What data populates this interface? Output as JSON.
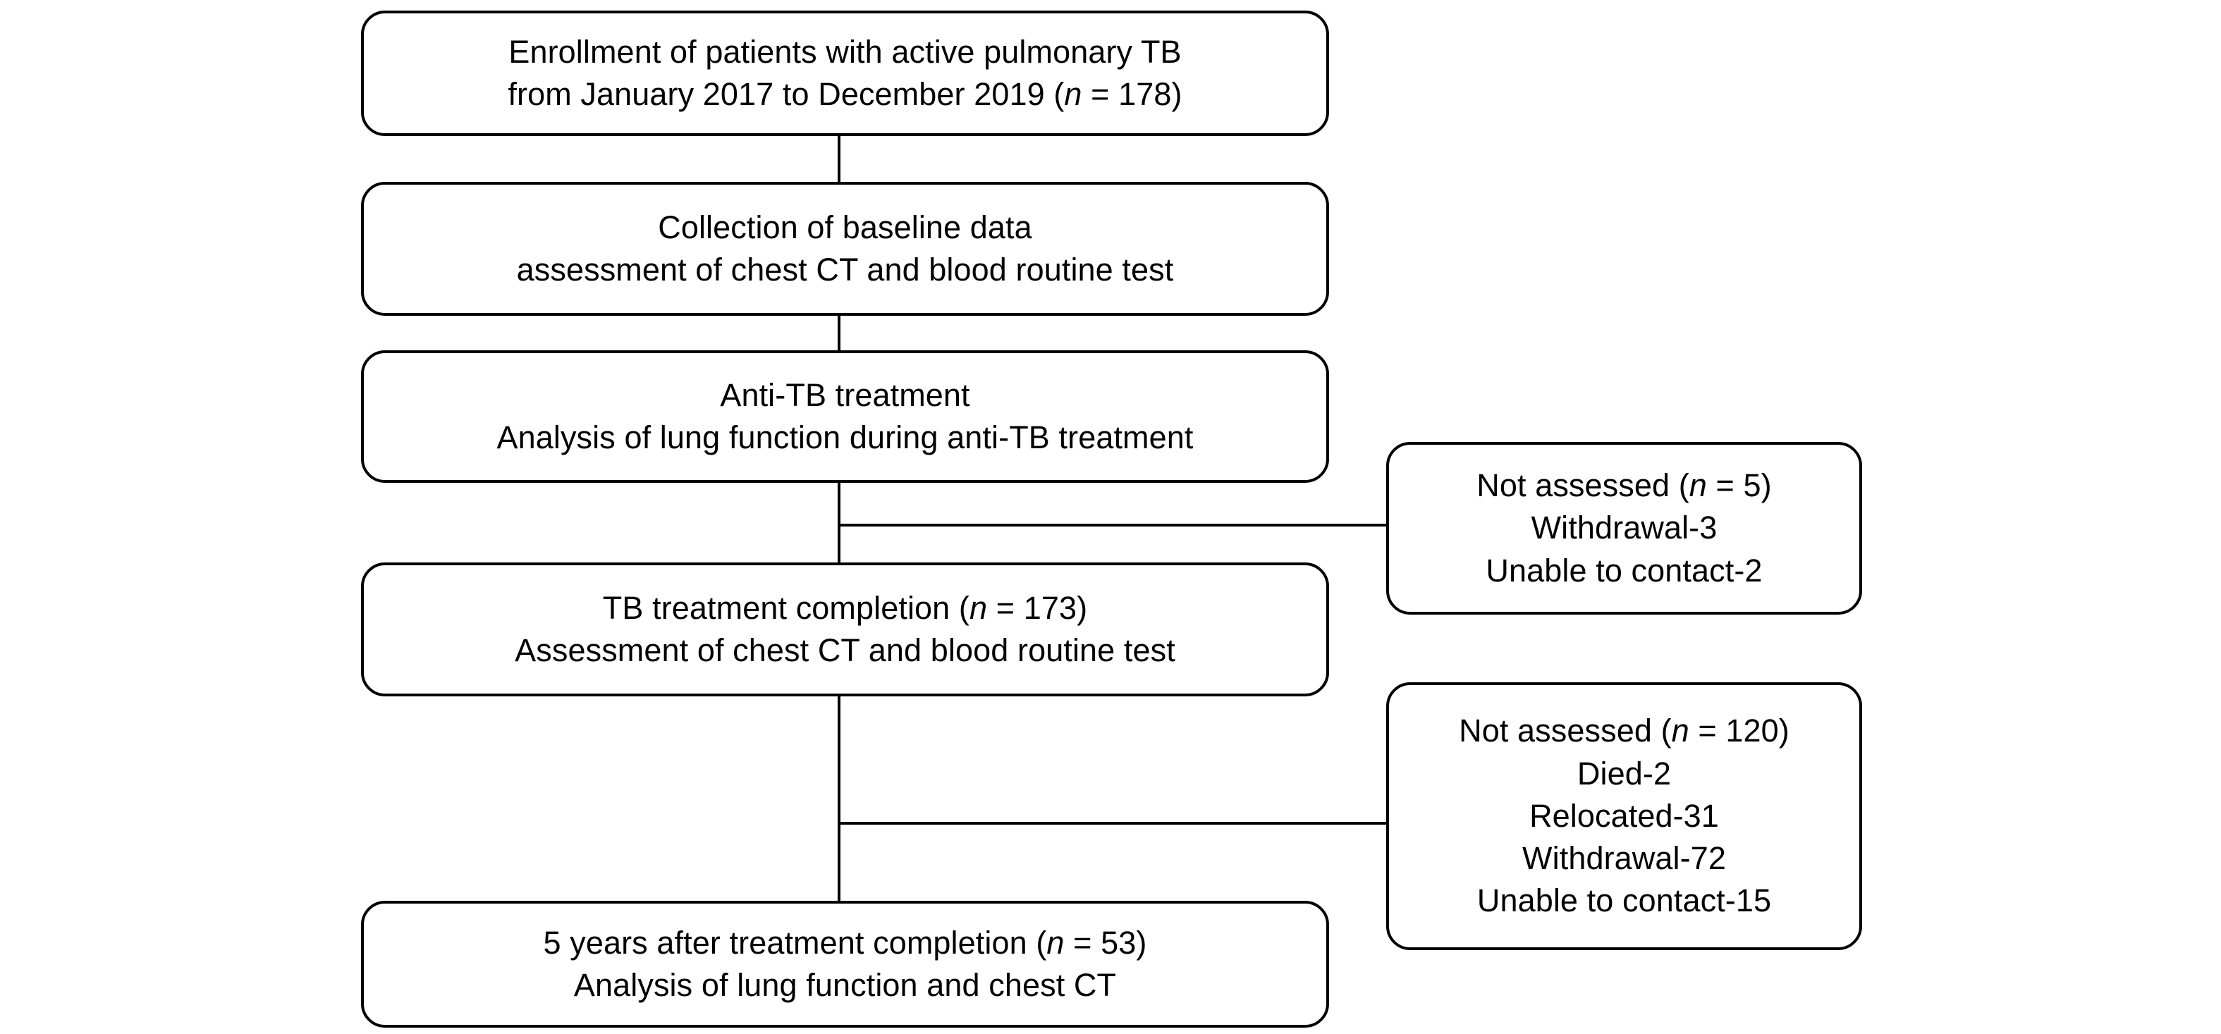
{
  "figure": {
    "type": "flowchart",
    "orientation": "vertical",
    "background_color": "#ffffff",
    "line_color": "#000000",
    "text_color": "#000000"
  },
  "nodes": {
    "enrollment": {
      "id": "enrollment",
      "line1": "Enrollment of patients with active pulmonary TB",
      "line2_pre": "from January 2017 to December 2019 (",
      "line2_italic": "n",
      "line2_post": " = 178)",
      "n": 178
    },
    "baseline": {
      "id": "baseline",
      "line1": "Collection of baseline data",
      "line2": "assessment of chest CT and blood routine test"
    },
    "antitb": {
      "id": "antitb",
      "line1": "Anti-TB treatment",
      "line2": "Analysis of lung function during anti-TB treatment"
    },
    "completion": {
      "id": "completion",
      "line1_pre": "TB treatment completion (",
      "line1_italic": "n",
      "line1_post": " = 173)",
      "n": 173,
      "line2": "Assessment of chest CT and blood routine test"
    },
    "fiveyear": {
      "id": "fiveyear",
      "line1_pre": "5 years after treatment completion (",
      "line1_italic": "n",
      "line1_post": " = 53)",
      "n": 53,
      "line2": "Analysis of lung function and chest CT"
    },
    "excluded_1": {
      "id": "excluded_1",
      "line1_pre": "Not assessed (",
      "line1_italic": "n",
      "line1_post": " = 5)",
      "n": 5,
      "line2": "Withdrawal-3",
      "line3": "Unable to contact-2"
    },
    "excluded_2": {
      "id": "excluded_2",
      "line1_pre": "Not assessed (",
      "line1_italic": "n",
      "line1_post": " = 120)",
      "n": 120,
      "line2": "Died-2",
      "line3": "Relocated-31",
      "line4": "Withdrawal-72",
      "line5": "Unable to contact-15"
    }
  },
  "connectors": [
    {
      "name": "enrollment-to-baseline",
      "from": "enrollment",
      "to": "baseline",
      "kind": "vertical"
    },
    {
      "name": "baseline-to-antitb",
      "from": "baseline",
      "to": "antitb",
      "kind": "vertical"
    },
    {
      "name": "antitb-to-completion",
      "from": "antitb",
      "to": "completion",
      "kind": "vertical"
    },
    {
      "name": "antitb-to-excluded-1",
      "from": "antitb",
      "to": "excluded_1",
      "kind": "branch-right"
    },
    {
      "name": "completion-to-fiveyear",
      "from": "completion",
      "to": "fiveyear",
      "kind": "vertical"
    },
    {
      "name": "completion-to-excluded-2",
      "from": "completion",
      "to": "excluded_2",
      "kind": "branch-right"
    }
  ]
}
